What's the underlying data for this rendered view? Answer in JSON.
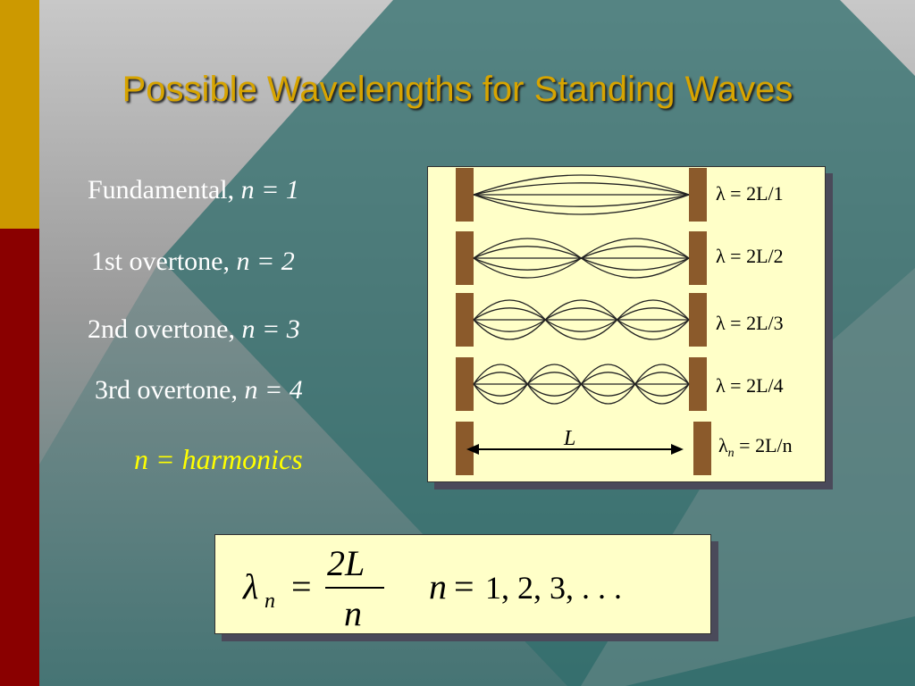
{
  "slide": {
    "title": "Possible Wavelengths for Standing Waves",
    "modes": [
      {
        "label": "Fundamental,",
        "eq": "n = 1",
        "lambda": "λ = 2L/1"
      },
      {
        "label": "1st overtone,",
        "eq": "n = 2",
        "lambda": "λ = 2L/2"
      },
      {
        "label": "2nd overtone,",
        "eq": "n = 3",
        "lambda": "λ = 2L/3"
      },
      {
        "label": "3rd overtone,",
        "eq": "n = 4",
        "lambda": "λ = 2L/4"
      }
    ],
    "harmonics_label": "n = harmonics",
    "length_label": "L",
    "general_lambda": {
      "symbol": "λ",
      "subscript": "n",
      "rest": " = 2L/n"
    },
    "formula": {
      "lhs_symbol": "λ",
      "lhs_subscript": "n",
      "equals": "=",
      "numerator": "2L",
      "denominator": "n",
      "n_label": "n",
      "values": "1,  2, 3, . . ."
    }
  },
  "colors": {
    "title": "#d7a400",
    "harmonics": "#ffff00",
    "panel_fill": "#ffffc8",
    "wall": "#8b5a2b",
    "sidebar_gold": "#cc9900",
    "sidebar_red": "#8a0000"
  }
}
